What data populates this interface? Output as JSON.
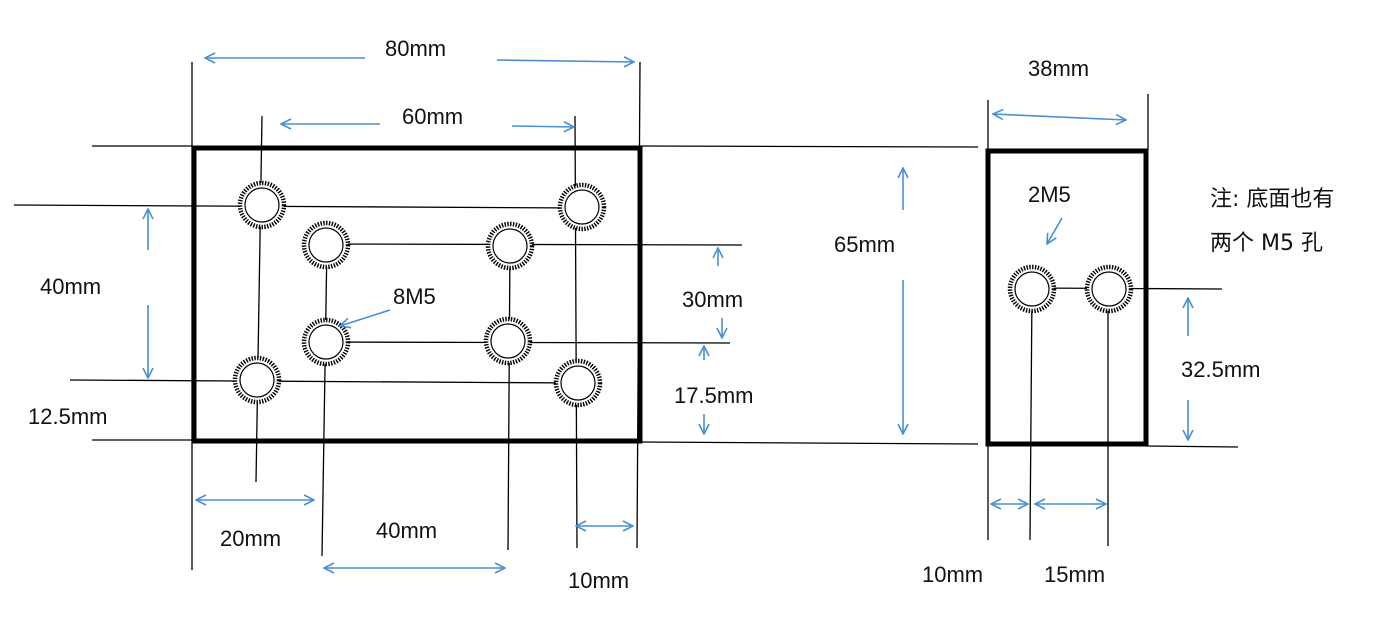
{
  "colors": {
    "dimension": "#4a8fd0",
    "outline": "#000000",
    "text": "#111111"
  },
  "front_view": {
    "overall_width": "80mm",
    "outer_hole_spacing": "60mm",
    "outer_hole_vertical": "40mm",
    "inner_hole_vertical": "30mm",
    "bottom_to_inner_hole": "17.5mm",
    "bottom_to_outer_hole": "12.5mm",
    "left_to_inner_hole": "20mm",
    "inner_hole_spacing": "40mm",
    "right_edge_offset": "10mm",
    "thread_callout": "8M5",
    "height": "65mm"
  },
  "side_view": {
    "width": "38mm",
    "thread_callout": "2M5",
    "hole_height": "32.5mm",
    "left_edge_offset": "10mm",
    "hole_spacing": "15mm",
    "note_line1": "注: 底面也有",
    "note_line2": "两个 M5 孔"
  }
}
